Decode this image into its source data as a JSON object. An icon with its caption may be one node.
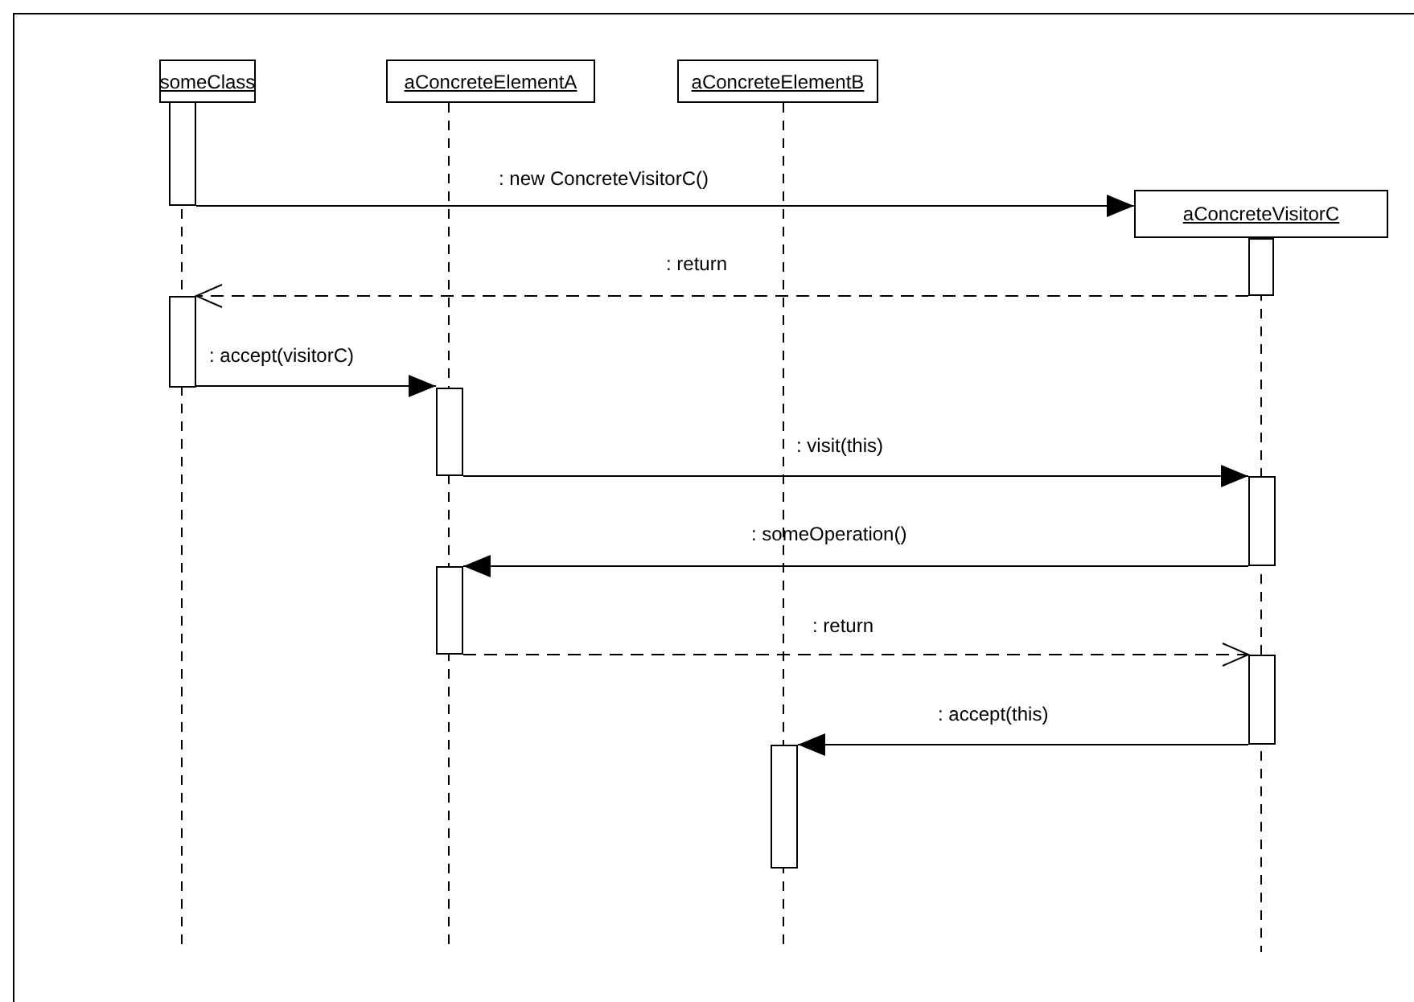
{
  "diagram": {
    "nodes": [
      {
        "text": [
          "someClass"
        ]
      },
      {
        "text": [
          "aConcreteElementA"
        ]
      },
      {
        "text": [
          "aConcreteElementB"
        ]
      },
      {
        "text": [],
        "shape": "bar"
      },
      {
        "text": [
          "aConcreteVisitorC"
        ]
      },
      {
        "text": [],
        "shape": "bar"
      },
      {
        "text": [],
        "shape": "bar"
      },
      {
        "text": [],
        "shape": "bar"
      },
      {
        "text": [],
        "shape": "bar"
      },
      {
        "text": [],
        "shape": "bar"
      },
      {
        "text": [],
        "shape": "bar"
      },
      {
        "text": [],
        "shape": "bar"
      }
    ],
    "edges": [
      {
        "from": 3,
        "to": 4,
        "arrow": "to",
        "label": ":  new ConcreteVisitorC()"
      },
      {
        "from": 5,
        "to": 6,
        "arrow": "to",
        "label": ": return",
        "style": "dashed"
      },
      {
        "from": 6,
        "to": 7,
        "arrow": "to",
        "label": ": accept(visitorC)"
      },
      {
        "from": 7,
        "to": 8,
        "arrow": "to",
        "label": ": visit(this)"
      },
      {
        "from": 8,
        "to": 9,
        "arrow": "to",
        "label": ": someOperation()"
      },
      {
        "from": 9,
        "to": 10,
        "arrow": "to",
        "label": ": return",
        "style": "dashed"
      },
      {
        "from": 10,
        "to": 11,
        "arrow": "to",
        "label": ": accept(this)"
      }
    ]
  }
}
